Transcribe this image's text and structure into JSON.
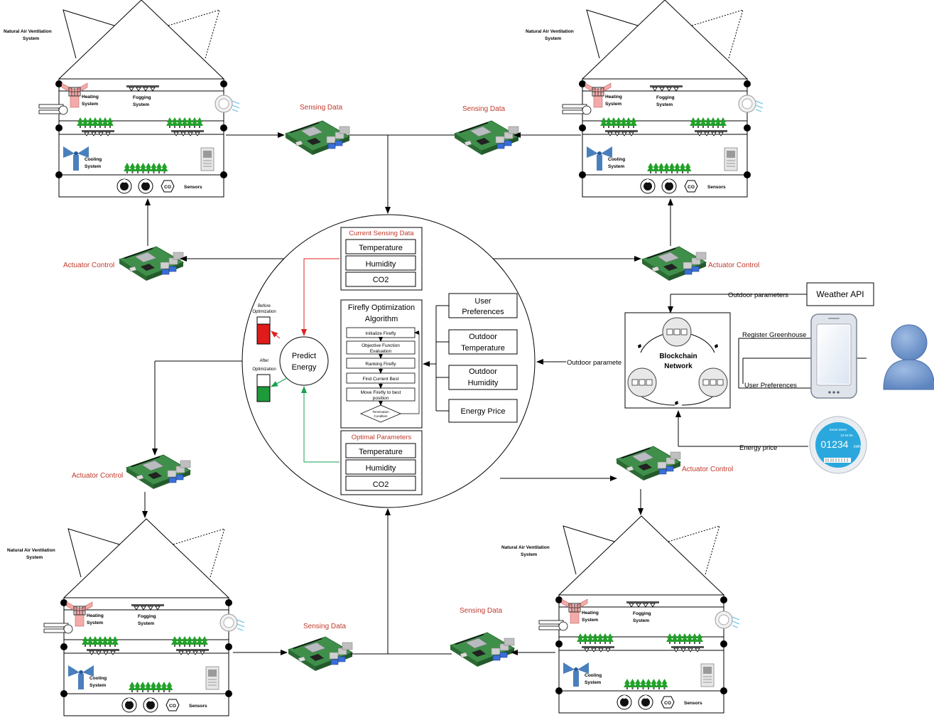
{
  "greenhouse": {
    "vent_label_1": "Natural Air Ventilation",
    "vent_label_2": "System",
    "heating_1": "Heating",
    "heating_2": "System",
    "fogging_1": "Fogging",
    "fogging_2": "System",
    "cooling_1": "Cooling",
    "cooling_2": "System",
    "sensors": "Sensors",
    "co_symbol": "CO"
  },
  "labels": {
    "sensing_data": "Sensing Data",
    "actuator_control": "Actuator Control"
  },
  "center": {
    "current_title": "Current Sensing Data",
    "current_items": [
      "Temperature",
      "Humidity",
      "CO2"
    ],
    "firefly_title_1": "Firefly Optimization",
    "firefly_title_2": "Algorithm",
    "firefly_steps": [
      "Initialize Firefly",
      "Objective Function",
      "Evaluation",
      "Ranking Firefly",
      "Find Current Best",
      "Move Firefly to best",
      "position"
    ],
    "termination_1": "Termination",
    "termination_2": "Condition",
    "optimal_title": "Optimal Parameters",
    "optimal_items": [
      "Temperature",
      "Humidity",
      "CO2"
    ],
    "predict_1": "Predict",
    "predict_2": "Energy",
    "before_1": "Before",
    "before_2": "Optimization",
    "after_1": "After",
    "after_2": "Optimization"
  },
  "inputs": {
    "user_pref_1": "User",
    "user_pref_2": "Preferences",
    "outdoor_temp_1": "Outdoor",
    "outdoor_temp_2": "Temperature",
    "outdoor_hum_1": "Outdoor",
    "outdoor_hum_2": "Humidity",
    "energy_price": "Energy Price"
  },
  "right": {
    "weather_api": "Weather API",
    "outdoor_parameters": "Outdoor parameters",
    "outdoor_parameters_cut": "Outdoor paramete",
    "blockchain_1": "Blockchain",
    "blockchain_2": "Network",
    "register_greenhouse": "Register Greenhouse",
    "user_preferences": "User Preferences",
    "energy_price": "Energy price",
    "meter_reading": "01234",
    "meter_unit": "kWh",
    "meter_brand": "Smart Meter",
    "meter_time": "12:34:56"
  },
  "colors": {
    "red_label": "#c0392b",
    "red_arrow": "#e02020",
    "green_arrow": "#1aa050",
    "pi_green": "#3f8f4a",
    "tree_green": "#22a12a",
    "fan_blue": "#4a7fbd",
    "heater_pink": "#f4aaa8",
    "person_blue": "#6d93c9",
    "bar_red": "#e01b1b",
    "bar_green": "#1e9a3a"
  }
}
